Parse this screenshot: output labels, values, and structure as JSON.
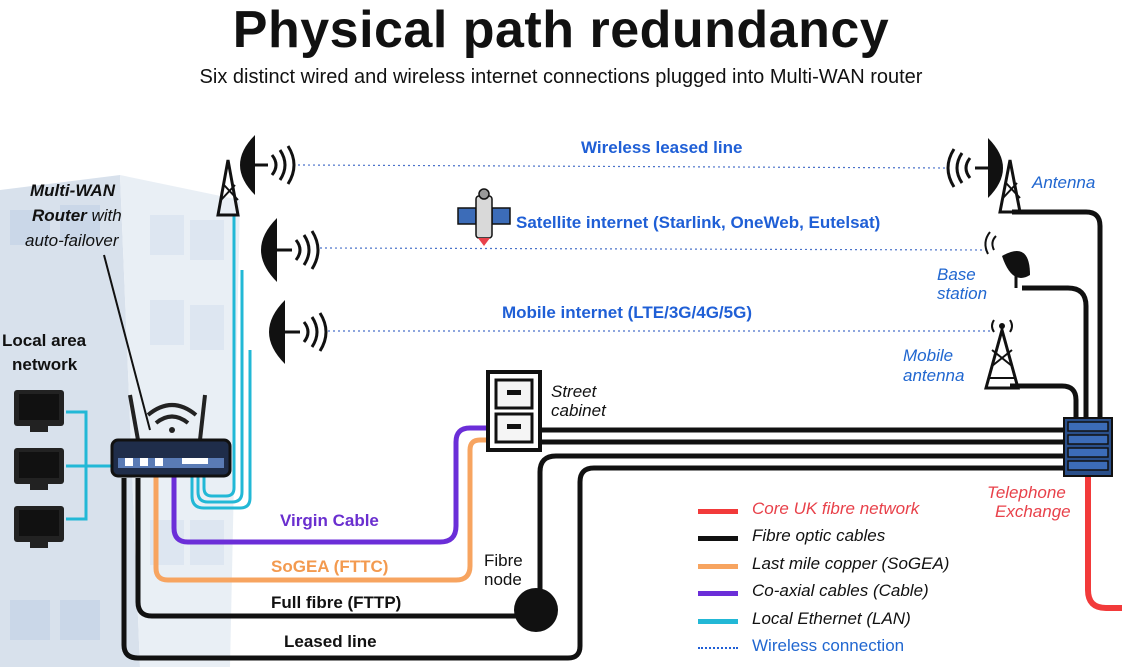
{
  "title": "Physical path redundancy",
  "subtitle": "Six distinct wired and wireless internet connections plugged into Multi-WAN router",
  "router_label": {
    "line1_bold": "Multi-WAN",
    "line2_bold": "Router",
    "line2_rest": " with",
    "line3": "auto-failover"
  },
  "lan_label": {
    "line1": "Local area",
    "line2": "network"
  },
  "wireless_links": [
    {
      "label": "Wireless leased line"
    },
    {
      "label": "Satellite internet (Starlink, OneWeb, Eutelsat)"
    },
    {
      "label": "Mobile internet (LTE/3G/4G/5G)"
    }
  ],
  "remote_ends": {
    "antenna": "Antenna",
    "base_station_1": "Base",
    "base_station_2": "station",
    "mobile_antenna_1": "Mobile",
    "mobile_antenna_2": "antenna"
  },
  "street_cabinet": {
    "line1": "Street",
    "line2": "cabinet"
  },
  "fibre_node": {
    "line1": "Fibre",
    "line2": "node"
  },
  "telephone_exchange": {
    "line1": "Telephone",
    "line2": "Exchange"
  },
  "wired_links": [
    {
      "label": "Virgin Cable"
    },
    {
      "label": "SoGEA (FTTC)"
    },
    {
      "label": "Full fibre (FTTP)"
    },
    {
      "label": "Leased line"
    }
  ],
  "legend": [
    {
      "label": "Core UK fibre network",
      "color": "#f23a3a",
      "style": "solid"
    },
    {
      "label": "Fibre optic cables",
      "color": "#111111",
      "style": "solid"
    },
    {
      "label": "Last mile copper (SoGEA)",
      "color": "#f7a460",
      "style": "solid"
    },
    {
      "label": "Co-axial cables (Cable)",
      "color": "#6b2ed8",
      "style": "solid"
    },
    {
      "label": "Local Ethernet (LAN)",
      "color": "#22b8d6",
      "style": "solid"
    },
    {
      "label": "Wireless connection",
      "color": "#1f5fd6",
      "style": "dotted"
    }
  ],
  "colors": {
    "fibre": "#111111",
    "copper": "#f7a460",
    "coax": "#6b2ed8",
    "lan": "#22b8d6",
    "core": "#f23a3a",
    "wireless": "#4a72c9"
  }
}
